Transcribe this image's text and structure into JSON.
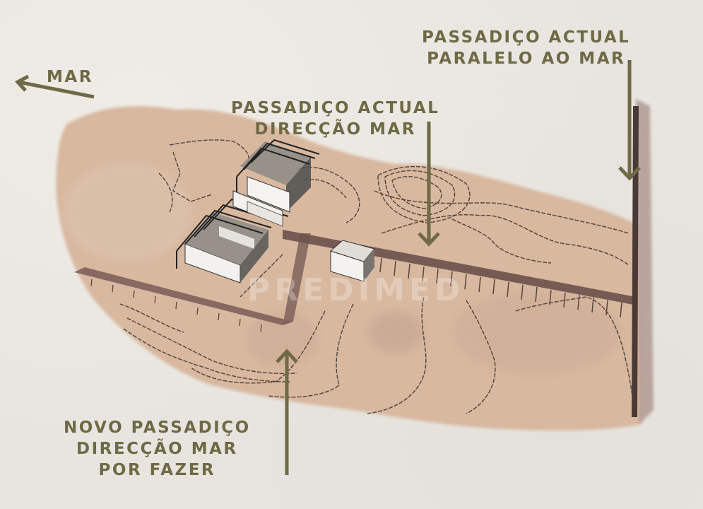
{
  "image": {
    "description": "Photograph of a watercolor and pencil architectural sketch showing terrain contour lines, a cluster of greenhouse-like buildings, and boardwalks (passadiços), annotated with olive-colored text labels and arrows.",
    "colors": {
      "paper": "#e8e5e0",
      "terrain_wash": "#d9b9a0",
      "boardwalk": "#7a5f58",
      "label_text": "#6f6a45",
      "contour_lines": "#3a2f2a"
    }
  },
  "labels": {
    "mar": {
      "lines": [
        "MAR"
      ],
      "arrow": "arrow-left-up"
    },
    "passadico_paralelo": {
      "lines": [
        "PASSADIÇO ACTUAL",
        "PARALELO AO MAR"
      ],
      "arrow": "arrow-down"
    },
    "passadico_direccao": {
      "lines": [
        "PASSADIÇO ACTUAL",
        "DIRECÇÃO MAR"
      ],
      "arrow": "arrow-down"
    },
    "novo_passadico": {
      "lines": [
        "NOVO PASSADIÇO",
        "DIRECÇÃO MAR",
        "POR FAZER"
      ],
      "arrow": "arrow-up"
    }
  },
  "watermark": "PREDIMED"
}
